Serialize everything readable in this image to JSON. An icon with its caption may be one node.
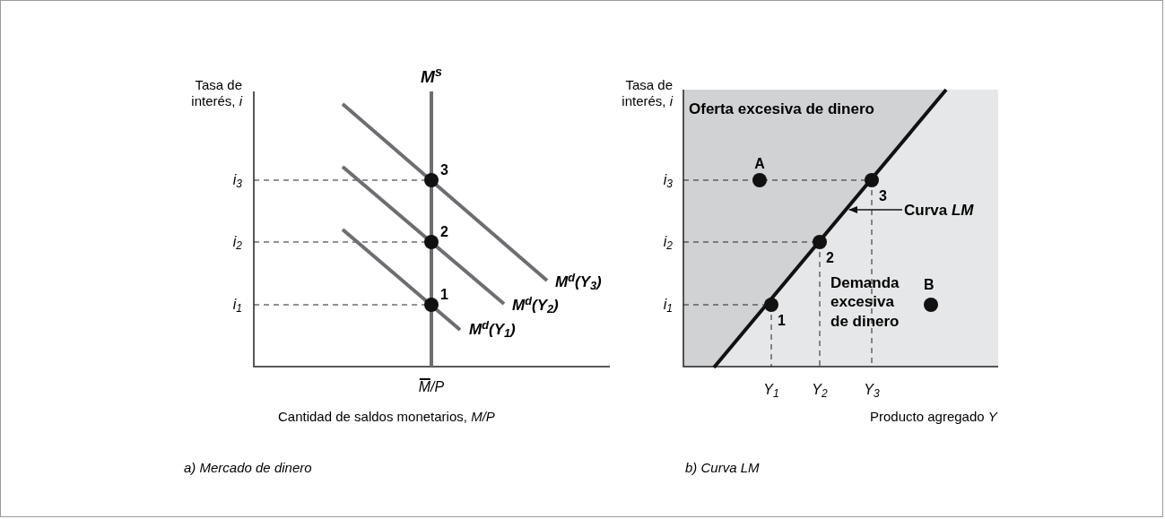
{
  "diagram": {
    "nodes": [
      {
        "text": [
          "Curva *LM*"
        ]
      },
      {
        "text": [],
        "shape": "line"
      }
    ],
    "edges": [
      {
        "from": 0,
        "to": 1,
        "arrow": "to"
      }
    ],
    "labels": [
      "M$^{s}$",
      "Tasa de interés, *i*",
      "i$_{3}$",
      "3",
      "i$_{2}$",
      "2",
      "i$_{1}$",
      "1",
      "M$^{d}$(Y$_{3}$)",
      "M$^{d}$(Y$_{2}$)",
      "M$^{d}$(Y$_{1}$)",
      "M/P",
      "Cantidad de saldos monetarios, *M/P*",
      "a) Mercado de dinero",
      "Tasa de interés, *i*",
      "Oferta excesiva de dinero",
      "A",
      "i$_{3}$",
      "3",
      "i$_{2}$",
      "2",
      "Demanda excesiva de dinero",
      "B",
      "i$_{1}$",
      "1",
      "Y$_{1}$",
      "Y$_{2}$",
      "Y$_{3}$",
      "Producto agregado *Y*",
      "*b) Curva* LM"
    ]
  }
}
